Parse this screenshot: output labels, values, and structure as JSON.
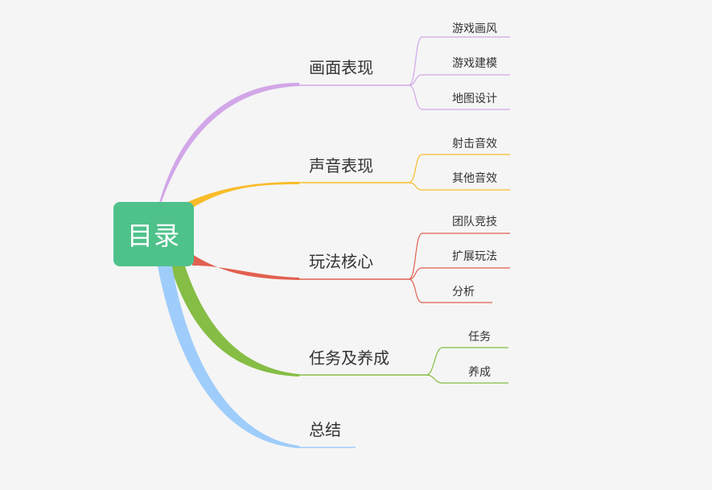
{
  "root": {
    "label": "目录",
    "color": "#4fc28b"
  },
  "branches": [
    {
      "label": "画面表现",
      "color": "#d2a6e8",
      "children": [
        "游戏画风",
        "游戏建模",
        "地图设计"
      ]
    },
    {
      "label": "声音表现",
      "color": "#f9bc29",
      "children": [
        "射击音效",
        "其他音效"
      ]
    },
    {
      "label": "玩法核心",
      "color": "#e2604f",
      "children": [
        "团队竞技",
        "扩展玩法",
        "分析"
      ]
    },
    {
      "label": "任务及养成",
      "color": "#85bd45",
      "children": [
        "任务",
        "养成"
      ]
    },
    {
      "label": "总结",
      "color": "#9fcdfb",
      "children": []
    }
  ]
}
